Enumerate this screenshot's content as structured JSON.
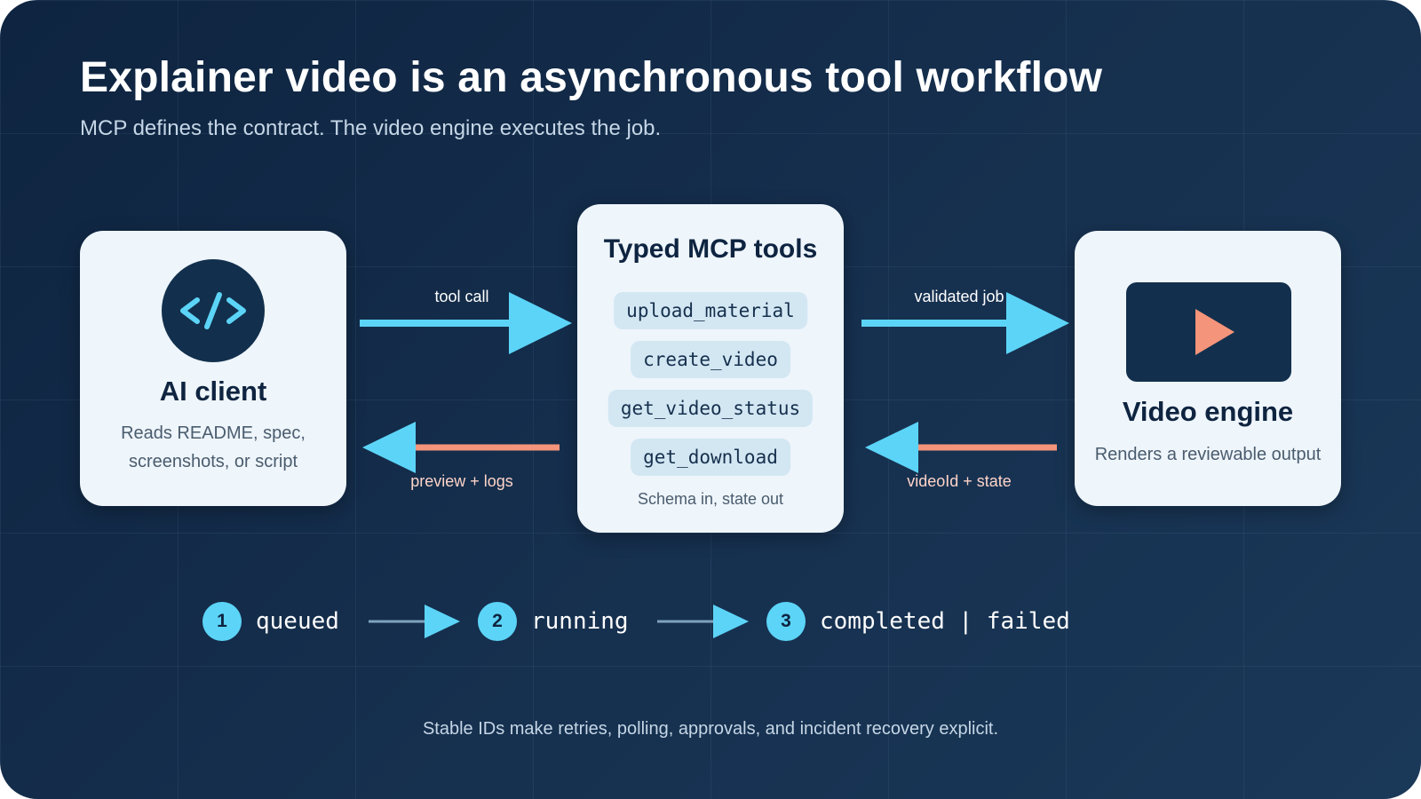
{
  "header": {
    "title": "Explainer video is an asynchronous tool workflow",
    "subtitle": "MCP defines the contract. The video engine executes the job."
  },
  "ai_client": {
    "icon": "code-icon",
    "icon_glyph": "</>",
    "title": "AI client",
    "description_line1": "Reads README, spec,",
    "description_line2": "screenshots, or script"
  },
  "mcp_tools": {
    "title": "Typed MCP tools",
    "tools": [
      "upload_material",
      "create_video",
      "get_video_status",
      "get_download"
    ],
    "caption": "Schema in, state out"
  },
  "video_engine": {
    "icon": "play-icon",
    "title": "Video engine",
    "description": "Renders a reviewable output"
  },
  "flows": {
    "tool_call": "tool call",
    "validated_job": "validated job",
    "preview_logs": "preview + logs",
    "video_state": "videoId + state"
  },
  "states": [
    {
      "number": "1",
      "label": "queued"
    },
    {
      "number": "2",
      "label": "running"
    },
    {
      "number": "3",
      "label": "completed | failed"
    }
  ],
  "footer": "Stable IDs make retries, polling, approvals, and incident recovery explicit.",
  "colors": {
    "background": "#132b47",
    "card": "#eef5fb",
    "accent_cyan": "#5cd4f7",
    "accent_salmon": "#f4947a",
    "navy": "#12304d"
  }
}
